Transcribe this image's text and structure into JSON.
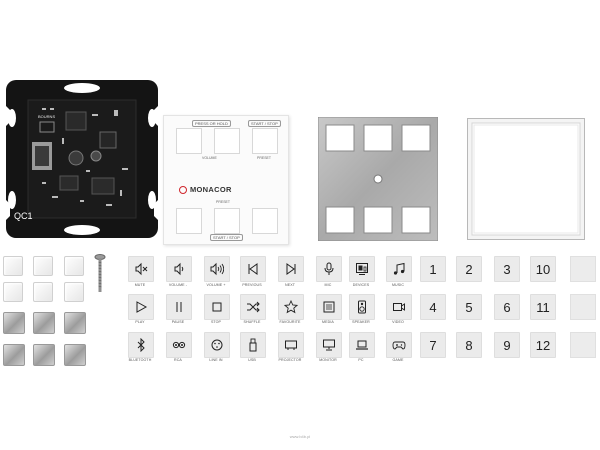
{
  "pcb": {
    "silk_brand": "BOURNS",
    "silk_label": "QC1"
  },
  "panel": {
    "top_left_tab": "PRESS OR HOLD",
    "top_right_tab": "START / STOP",
    "mid_left": "VOLUME",
    "mid_right": "PRESET",
    "preset_label": "PRESET",
    "bottom_tab": "START / STOP",
    "brand": "MONACOR"
  },
  "inserts": {
    "row1": [
      {
        "icon": "mute-icon",
        "label": "MUTE"
      },
      {
        "icon": "volume-down-icon",
        "label": "VOLUME -"
      },
      {
        "icon": "volume-up-icon",
        "label": "VOLUME +"
      },
      {
        "icon": "previous-icon",
        "label": "PREVIOUS"
      },
      {
        "icon": "next-icon",
        "label": "NEXT"
      },
      {
        "icon": "microphone-icon",
        "label": "MIC"
      },
      {
        "icon": "devices-icon",
        "label": "DEVICES"
      },
      {
        "icon": "music-icon",
        "label": "MUSIC"
      }
    ],
    "row2": [
      {
        "icon": "play-icon",
        "label": "PLAY"
      },
      {
        "icon": "pause-icon",
        "label": "PAUSE"
      },
      {
        "icon": "stop-icon",
        "label": "STOP"
      },
      {
        "icon": "shuffle-icon",
        "label": "SHUFFLE"
      },
      {
        "icon": "star-icon",
        "label": "FAVOURITE"
      },
      {
        "icon": "media-icon",
        "label": "MEDIA"
      },
      {
        "icon": "speaker-icon",
        "label": "SPEAKER"
      },
      {
        "icon": "video-icon",
        "label": "VIDEO"
      }
    ],
    "row3": [
      {
        "icon": "bluetooth-icon",
        "label": "BLUETOOTH"
      },
      {
        "icon": "rca-icon",
        "label": "RCA"
      },
      {
        "icon": "line-in-icon",
        "label": "LINE IN"
      },
      {
        "icon": "usb-icon",
        "label": "USB"
      },
      {
        "icon": "projector-icon",
        "label": "PROJECTOR"
      },
      {
        "icon": "monitor-icon",
        "label": "MONITOR"
      },
      {
        "icon": "pc-icon",
        "label": "PC"
      },
      {
        "icon": "game-icon",
        "label": "GAME"
      }
    ],
    "numbers": [
      [
        "1",
        "2",
        "3",
        "10"
      ],
      [
        "4",
        "5",
        "6",
        "11"
      ],
      [
        "7",
        "8",
        "9",
        "12"
      ]
    ]
  },
  "watermark": "www.b4b.pl"
}
